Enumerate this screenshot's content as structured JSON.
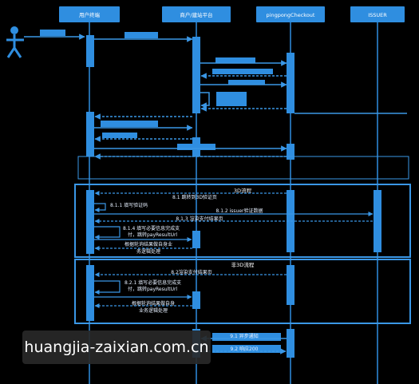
{
  "participants": [
    {
      "id": "user",
      "label": "用户终端"
    },
    {
      "id": "merchant",
      "label": "商户/建站平台"
    },
    {
      "id": "checkout",
      "label": "pingpongCheckout"
    },
    {
      "id": "issuer",
      "label": "ISSUER"
    }
  ],
  "frames": {
    "three_ds": {
      "title": "3D流程"
    },
    "non_three_ds": {
      "title": "非3D流程"
    }
  },
  "messages": {
    "m8_1": "8.1 跳转到3D验证页",
    "m8_1_1": "8.1.1 填写验证码",
    "m8_1_2": "8.1.2 issuer验证数据",
    "m8_1_3": "8.1.3 渲染支付结果页",
    "m8_1_4_line1": "8.1.4 填写必要信息完成支",
    "m8_1_4_line2": "付，跳转payResultUrl",
    "m3d_result_line1": "根据轮询结果做自身业",
    "m3d_result_line2": "务逻辑处理",
    "m8_2": "8.2渲染支付结果页",
    "m8_2_1_line1": "8.2.1 填写必要信息完成支",
    "m8_2_1_line2": "付，跳转payResultUrl",
    "mn3d_result_line1": "根据轮询结果做自身",
    "mn3d_result_line2": "业务逻辑处理",
    "m9_1": "9.1 异步通知",
    "m9_2": "9.2 响应200"
  },
  "colors": {
    "lifeline": "#2f8ee0",
    "activation": "#2f8ee0",
    "frame_border": "#3a97e6",
    "arrow": "#3a97e6",
    "participant_box": "#2f8ee0",
    "background": "#000000"
  },
  "watermark": {
    "text": "huangjia-zaixian.com.cn"
  }
}
